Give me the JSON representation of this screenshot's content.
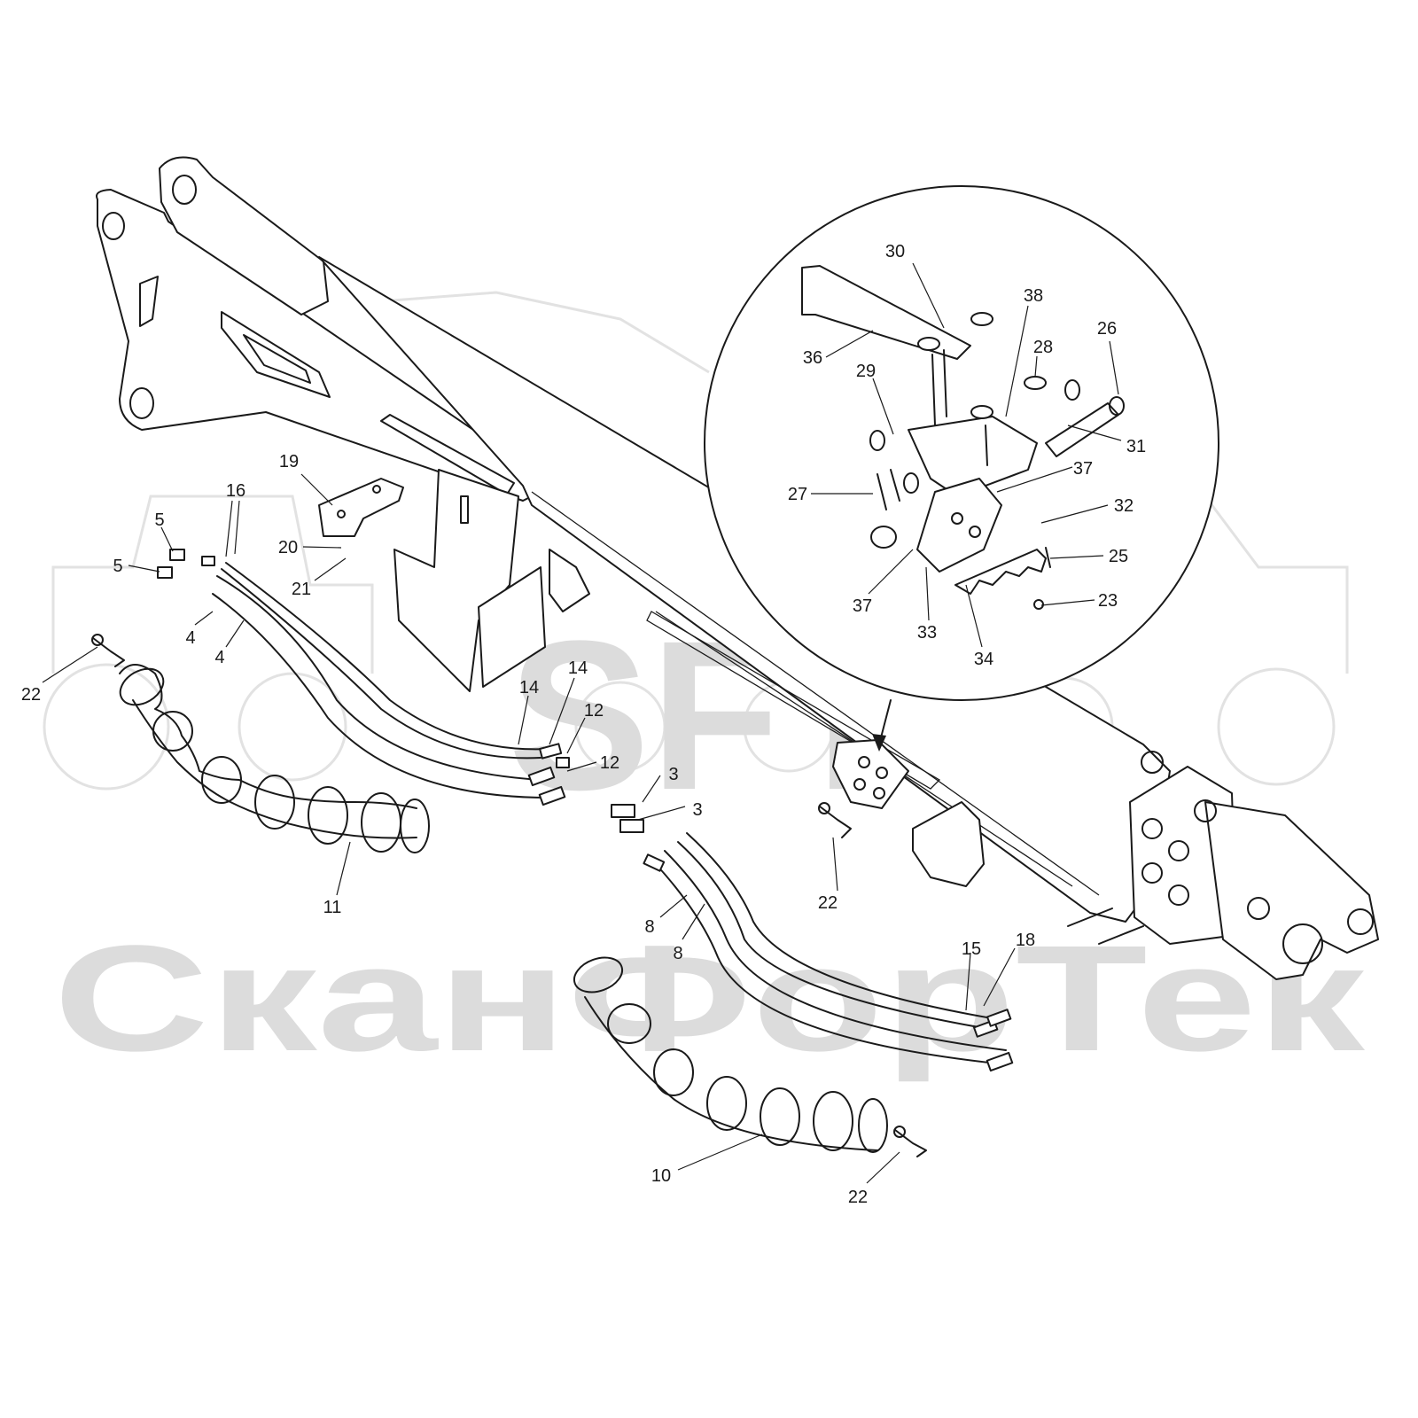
{
  "watermark": {
    "logo_text": "SFT",
    "company_text": "СканФорТек"
  },
  "callouts": {
    "c3a": "3",
    "c3b": "3",
    "c4a": "4",
    "c4b": "4",
    "c5a": "5",
    "c5b": "5",
    "c8a": "8",
    "c8b": "8",
    "c10": "10",
    "c11": "11",
    "c12a": "12",
    "c12b": "12",
    "c14a": "14",
    "c14b": "14",
    "c15": "15",
    "c16": "16",
    "c18": "18",
    "c19": "19",
    "c20": "20",
    "c21": "21",
    "c22a": "22",
    "c22b": "22",
    "c22c": "22",
    "c23": "23",
    "c25": "25",
    "c26": "26",
    "c27": "27",
    "c28": "28",
    "c29": "29",
    "c30": "30",
    "c31": "31",
    "c32": "32",
    "c33": "33",
    "c34": "34",
    "c36": "36",
    "c37a": "37",
    "c37b": "37",
    "c38": "38"
  }
}
